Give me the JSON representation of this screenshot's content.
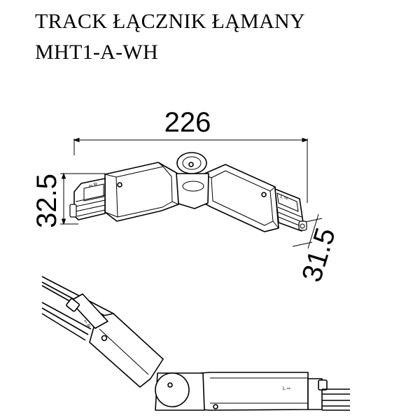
{
  "title": {
    "line1": "TRACK ŁĄCZNIK ŁĄMANY",
    "line2": "MHT1-A-WH"
  },
  "dimensions": {
    "length": "226",
    "height": "32.5",
    "width": "31.5"
  },
  "markings": {
    "left_connector": "⇦ R",
    "right_connector": "L ⇨"
  }
}
